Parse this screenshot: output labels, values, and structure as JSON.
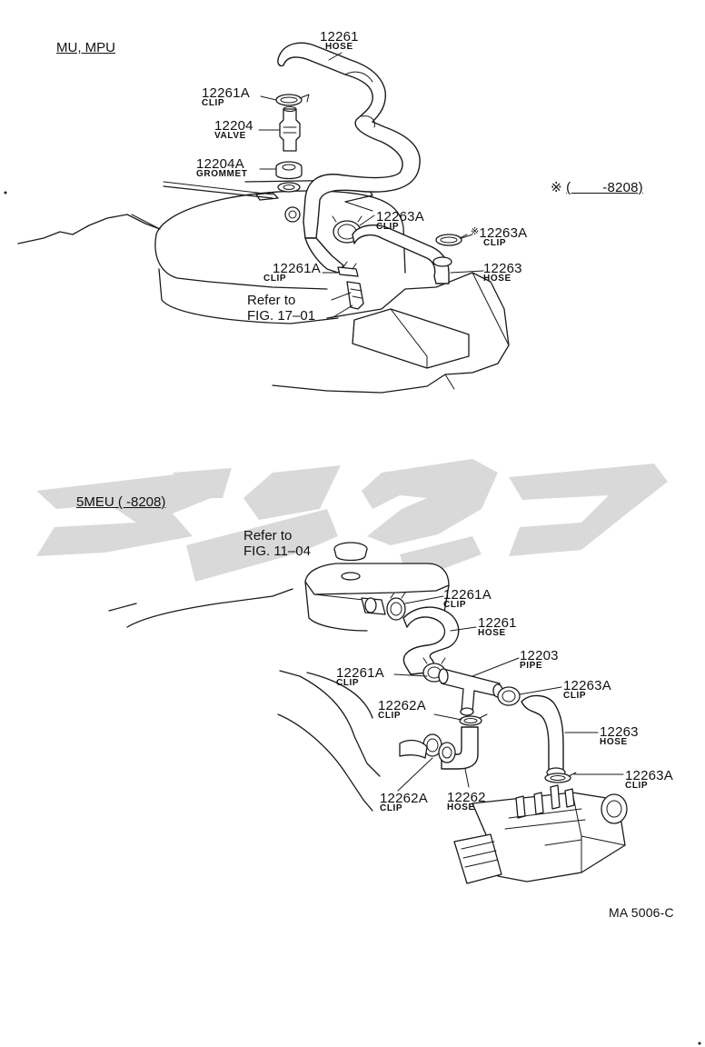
{
  "sections": {
    "top": {
      "title": "MU, MPU"
    },
    "bottom": {
      "title": "5MEU (        -8208)"
    }
  },
  "note": {
    "mark": "※",
    "range": "(        -8208)"
  },
  "top_parts": [
    {
      "number": "12261",
      "name": "HOSE"
    },
    {
      "number": "12261A",
      "name": "CLIP"
    },
    {
      "number": "12204",
      "name": "VALVE"
    },
    {
      "number": "12204A",
      "name": "GROMMET"
    },
    {
      "number": "12263A",
      "name": "CLIP"
    },
    {
      "number": "12263A",
      "name": "CLIP",
      "mark": "※"
    },
    {
      "number": "12261A",
      "name": "CLIP"
    },
    {
      "number": "12263",
      "name": "HOSE"
    }
  ],
  "top_ref": {
    "line1": "Refer to",
    "line2": "FIG. 17–01"
  },
  "bottom_ref": {
    "line1": "Refer to",
    "line2": "FIG. 11–04"
  },
  "bottom_parts": [
    {
      "number": "12261A",
      "name": "CLIP"
    },
    {
      "number": "12261",
      "name": "HOSE"
    },
    {
      "number": "12203",
      "name": "PIPE"
    },
    {
      "number": "12261A",
      "name": "CLIP"
    },
    {
      "number": "12263A",
      "name": "CLIP"
    },
    {
      "number": "12262A",
      "name": "CLIP"
    },
    {
      "number": "12263",
      "name": "HOSE"
    },
    {
      "number": "12263A",
      "name": "CLIP"
    },
    {
      "number": "12262A",
      "name": "CLIP"
    },
    {
      "number": "12262",
      "name": "HOSE"
    }
  ],
  "drawing_code": "MA 5006-C",
  "colors": {
    "ink": "#1a1a1a",
    "watermark": "#d9d9d9"
  }
}
